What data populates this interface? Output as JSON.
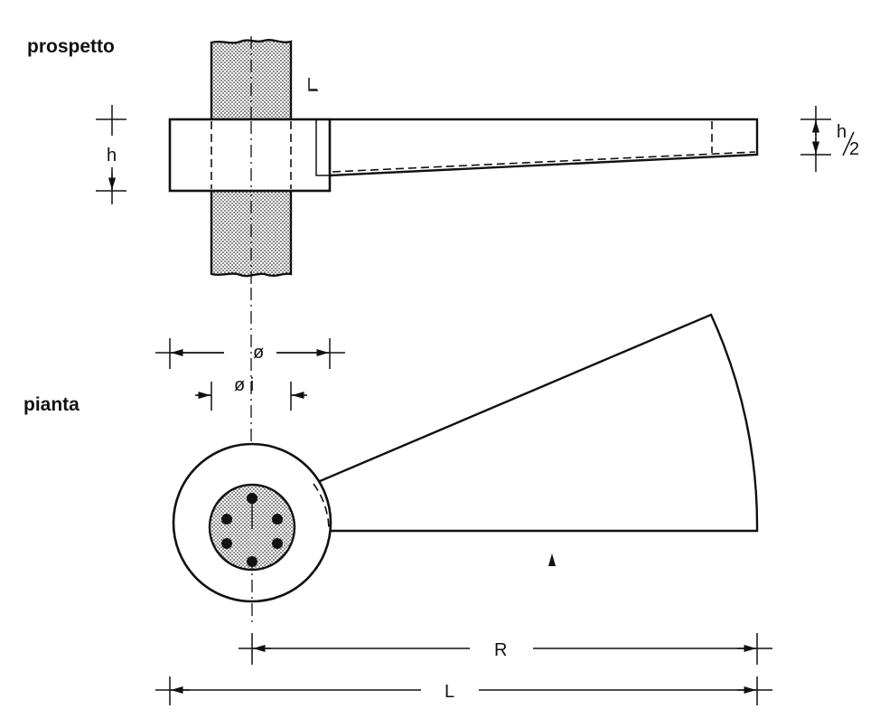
{
  "views": {
    "elevation_title": "prospetto",
    "plan_title": "pianta"
  },
  "dimensions": {
    "height": "h",
    "half_height_num": "h",
    "half_height_den": "2",
    "diameter": "ø",
    "inner_diameter": "ø i",
    "radius": "R",
    "length": "L"
  }
}
